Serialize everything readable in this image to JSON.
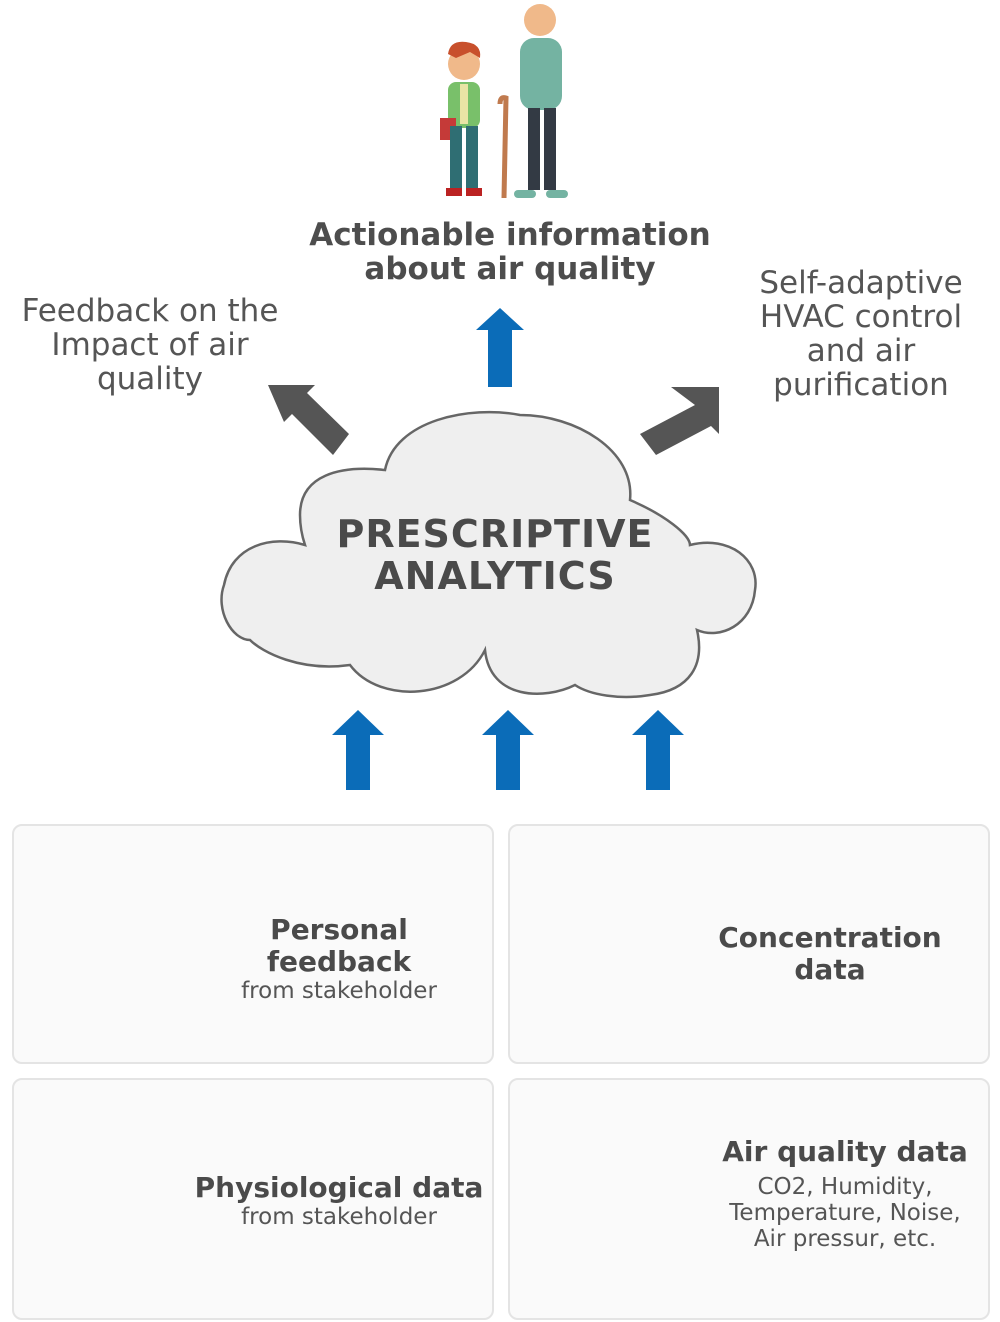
{
  "outputs": {
    "top": [
      "Actionable information",
      "about air quality"
    ],
    "left": [
      "Feedback on the",
      "Impact of air quality"
    ],
    "right": [
      "Self-adaptive",
      "HVAC control",
      "and air purification"
    ]
  },
  "center": [
    "PRESCRIPTIVE",
    "ANALYTICS"
  ],
  "cards": {
    "personal": {
      "title": "Personal feedback",
      "subtitle": "from stakeholder"
    },
    "concentration": {
      "title": [
        "Concentration",
        "data"
      ]
    },
    "physiological": {
      "title": "Physiological data",
      "subtitle": "from stakeholder"
    },
    "airquality": {
      "title": "Air quality data",
      "details": [
        "CO2, Humidity,",
        "Temperature, Noise,",
        "Air pressur, etc."
      ]
    }
  },
  "colors": {
    "blue_arrow": "#0b6cb8",
    "gray_arrow": "#555555",
    "cloud_fill": "#efefef",
    "cloud_stroke": "#666666"
  }
}
